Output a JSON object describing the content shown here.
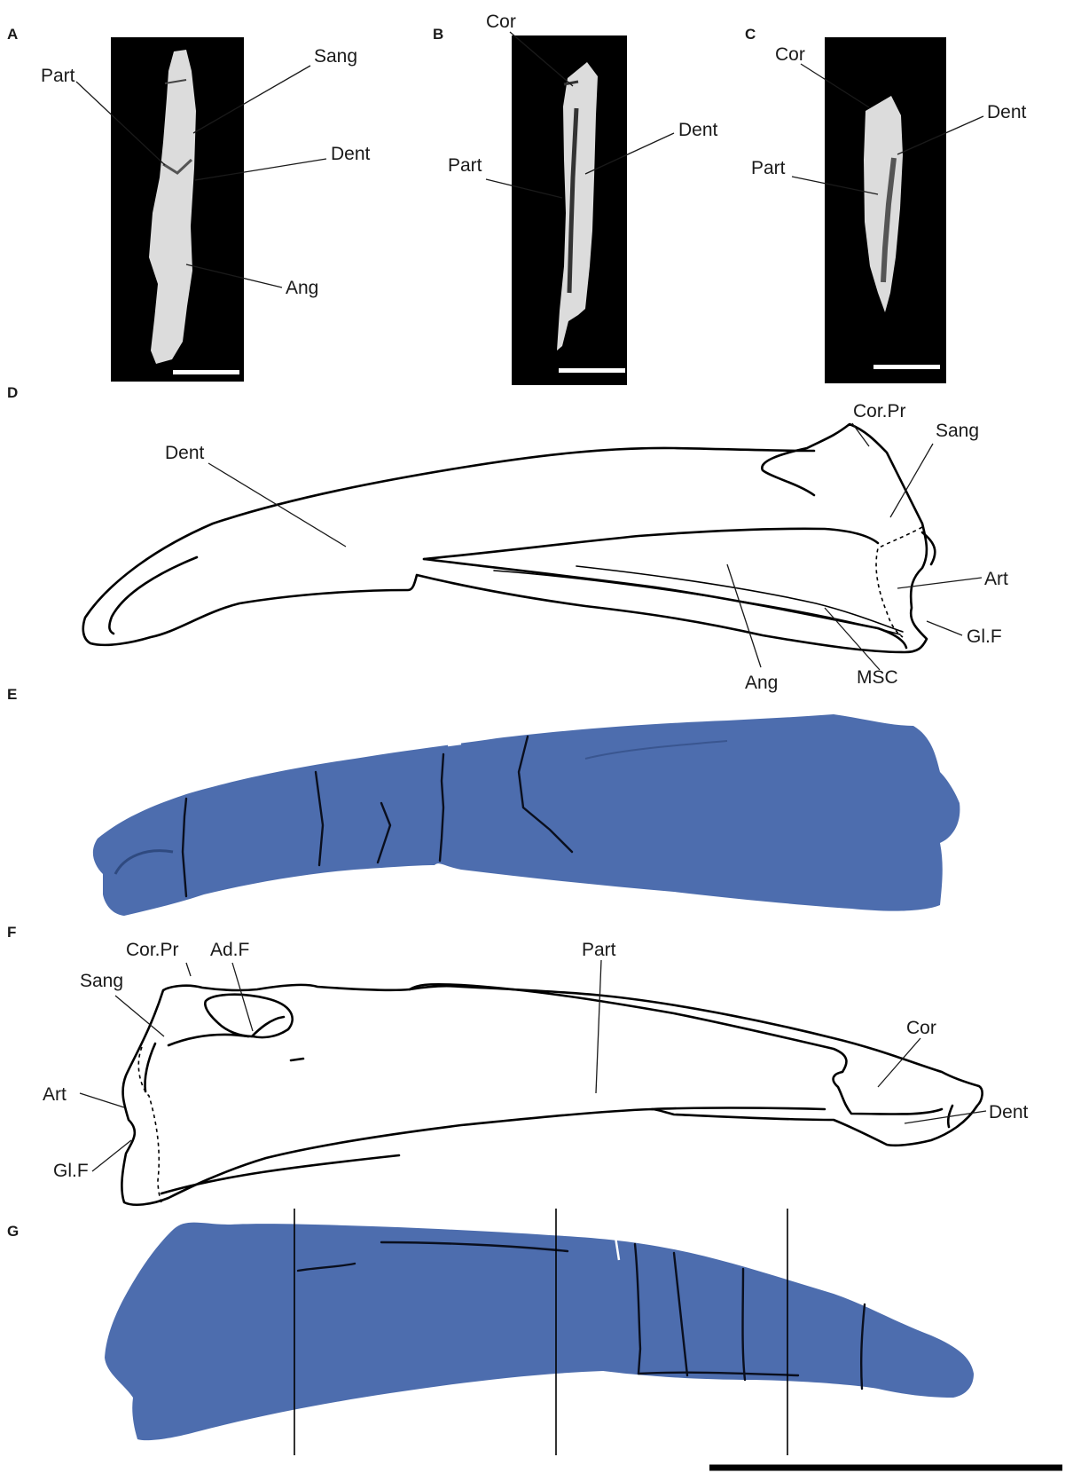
{
  "colors": {
    "model_blue": "#4d6dae",
    "ct_background": "#000000",
    "ct_bone": "#dcdcdc",
    "ink": "#1a1a1a"
  },
  "panels": {
    "A": {
      "letter": "A",
      "labels": {
        "part": "Part",
        "sang": "Sang",
        "dent": "Dent",
        "ang": "Ang"
      }
    },
    "B": {
      "letter": "B",
      "labels": {
        "cor": "Cor",
        "dent": "Dent",
        "part": "Part"
      }
    },
    "C": {
      "letter": "C",
      "labels": {
        "cor": "Cor",
        "dent": "Dent",
        "part": "Part"
      }
    },
    "D": {
      "letter": "D",
      "labels": {
        "corpr": "Cor.Pr",
        "sang": "Sang",
        "dent": "Dent",
        "art": "Art",
        "glf": "Gl.F",
        "ang": "Ang",
        "msc": "MSC"
      }
    },
    "E": {
      "letter": "E"
    },
    "F": {
      "letter": "F",
      "labels": {
        "corpr": "Cor.Pr",
        "adf": "Ad.F",
        "part": "Part",
        "sang": "Sang",
        "cor": "Cor",
        "art": "Art",
        "dent": "Dent",
        "glf": "Gl.F"
      }
    },
    "G": {
      "letter": "G"
    }
  }
}
